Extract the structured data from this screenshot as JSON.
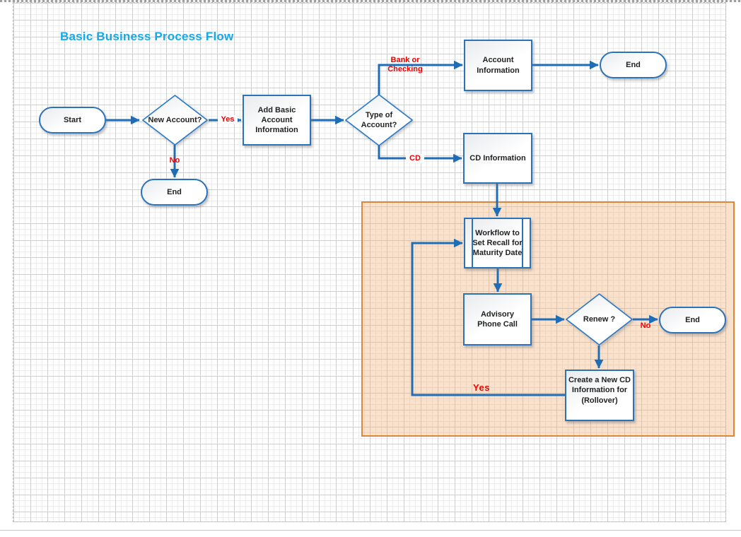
{
  "title": "Basic Business Process Flow",
  "nodes": {
    "start": {
      "label": "Start",
      "type": "terminator"
    },
    "new_account": {
      "label": "New Account?",
      "type": "decision"
    },
    "end_no_account": {
      "label": "End",
      "type": "terminator"
    },
    "add_basic": {
      "label": "Add Basic Account\nInformation",
      "type": "process"
    },
    "type_of_account": {
      "label": "Type of\nAccount?",
      "type": "decision"
    },
    "account_information": {
      "label": "Account\nInformation",
      "type": "process"
    },
    "end_top": {
      "label": "End",
      "type": "terminator"
    },
    "cd_information": {
      "label": "CD Information",
      "type": "process"
    },
    "workflow_recall": {
      "label": "Workflow to\nSet Recall for\nMaturity Date",
      "type": "predefined-process"
    },
    "advisory_call": {
      "label": "Advisory\nPhone Call",
      "type": "process"
    },
    "renew": {
      "label": "Renew ?",
      "type": "decision"
    },
    "end_renew": {
      "label": "End",
      "type": "terminator"
    },
    "create_new_cd": {
      "label": "Create a New CD\nInformation for\n(Rollover)",
      "type": "process"
    }
  },
  "edge_labels": {
    "yes_new_account": "Yes",
    "no_new_account": "No",
    "bank_or_checking": "Bank or\nChecking",
    "cd": "CD",
    "no_renew": "No",
    "yes_renew": "Yes"
  },
  "edges": [
    {
      "from": "Start",
      "to": "New Account?",
      "label": ""
    },
    {
      "from": "New Account?",
      "to": "Add Basic Account Information",
      "label": "Yes"
    },
    {
      "from": "New Account?",
      "to": "End",
      "label": "No"
    },
    {
      "from": "Add Basic Account Information",
      "to": "Type of Account?",
      "label": ""
    },
    {
      "from": "Type of Account?",
      "to": "Account Information",
      "label": "Bank or Checking"
    },
    {
      "from": "Account Information",
      "to": "End",
      "label": ""
    },
    {
      "from": "Type of Account?",
      "to": "CD Information",
      "label": "CD"
    },
    {
      "from": "CD Information",
      "to": "Workflow to Set Recall for Maturity Date",
      "label": ""
    },
    {
      "from": "Workflow to Set Recall for Maturity Date",
      "to": "Advisory Phone Call",
      "label": ""
    },
    {
      "from": "Advisory Phone Call",
      "to": "Renew ?",
      "label": ""
    },
    {
      "from": "Renew ?",
      "to": "End",
      "label": "No"
    },
    {
      "from": "Renew ?",
      "to": "Create a New CD Information for (Rollover)",
      "label": ""
    },
    {
      "from": "Create a New CD Information for (Rollover)",
      "to": "Workflow to Set Recall for Maturity Date",
      "label": "Yes"
    }
  ],
  "colors": {
    "title": "#12aaea",
    "connector": "#1e6db6",
    "shape_border": "#2b72b8",
    "decision_border": "#2778c8",
    "label_red": "#f00000",
    "container_fill": "#f6e3d2",
    "container_border": "#de873b"
  }
}
